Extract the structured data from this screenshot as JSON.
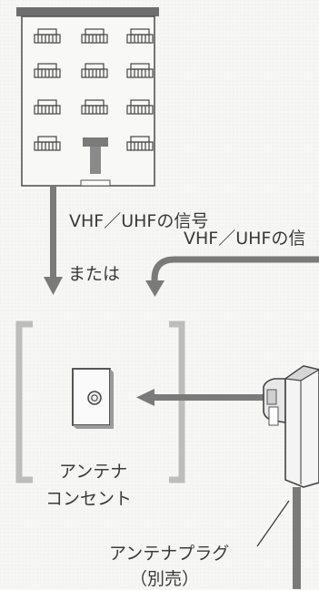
{
  "labels": {
    "signal_building": "VHF／UHFの信号",
    "signal_right": "VHF／UHFの信",
    "or": "または",
    "outlet_line1": "アンテナ",
    "outlet_line2": "コンセント",
    "plug_line1": "アンテナプラグ",
    "plug_line2": "（別売）"
  },
  "colors": {
    "arrow": "#7a7a7a",
    "outlet_bracket": "#bdbdbd",
    "building_roof": "#6e6e6e"
  }
}
